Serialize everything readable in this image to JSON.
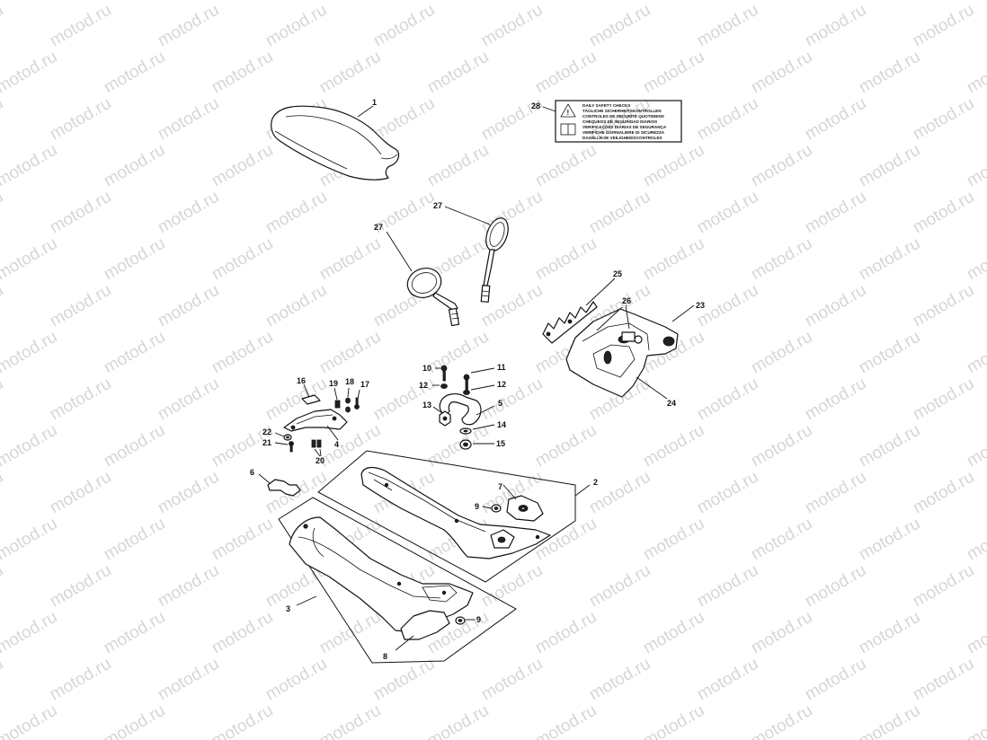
{
  "watermark": "motod.ru",
  "labels": {
    "l1": "1",
    "l2": "2",
    "l3": "3",
    "l4": "4",
    "l5": "5",
    "l6": "6",
    "l7": "7",
    "l8": "8",
    "l9a": "9",
    "l9b": "9",
    "l10": "10",
    "l11": "11",
    "l12a": "12",
    "l12b": "12",
    "l13": "13",
    "l14": "14",
    "l15": "15",
    "l16": "16",
    "l17": "17",
    "l18": "18",
    "l19": "19",
    "l20": "20",
    "l21": "21",
    "l22": "22",
    "l23": "23",
    "l24": "24",
    "l25": "25",
    "l26": "26",
    "l27a": "27",
    "l27b": "27",
    "l28": "28"
  },
  "decal": {
    "lines": [
      "DAILY SAFETY CHECKS",
      "TÄGLICHE SICHERHEITSKONTROLLEN",
      "CONTROLES DE SECURITE QUOTIDIENS",
      "CHEQUEOS DE SEGURIDAD DIARIOS",
      "VERIFICAÇÕES DIÁRIAS DE SEGURANÇA",
      "VERIFICHE GIORNALIERE DI SICUREZZA",
      "DAGELIJKSE VEILIGHEIDSCONTROLES"
    ]
  }
}
